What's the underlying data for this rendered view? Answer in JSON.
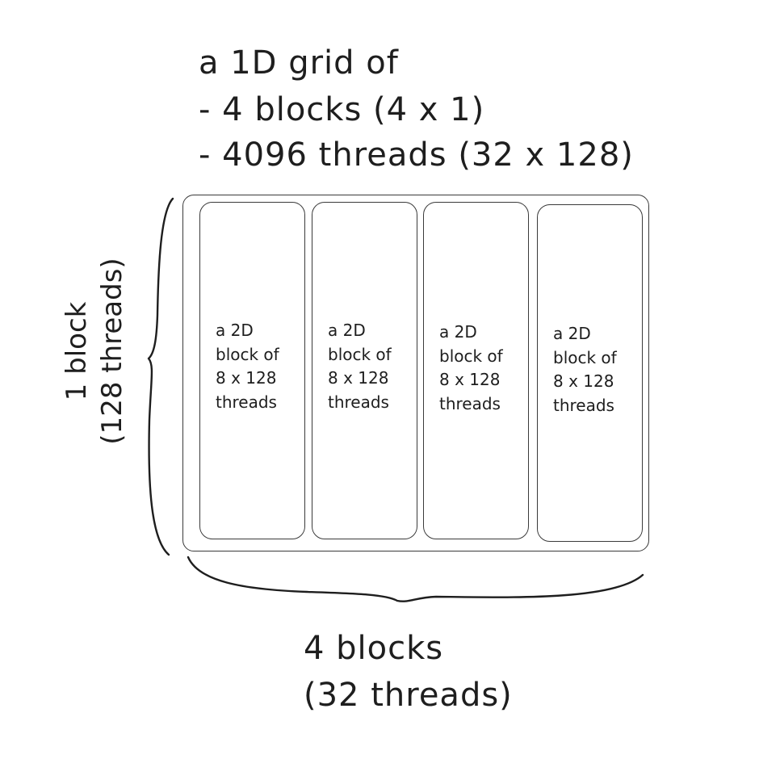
{
  "title": {
    "line1": "a 1D grid of",
    "line2": "- 4 blocks (4 x 1)",
    "line3": "- 4096 threads (32 x 128)"
  },
  "blocks": [
    {
      "line1": "a 2D",
      "line2": "block of",
      "line3": "8 x 128",
      "line4": "threads"
    },
    {
      "line1": "a 2D",
      "line2": "block of",
      "line3": "8 x 128",
      "line4": "threads"
    },
    {
      "line1": "a 2D",
      "line2": "block of",
      "line3": "8 x 128",
      "line4": "threads"
    },
    {
      "line1": "a 2D",
      "line2": "block of",
      "line3": "8 x 128",
      "line4": "threads"
    }
  ],
  "left_label": {
    "line1": "1 block",
    "line2": "(128 threads)"
  },
  "bottom_label": {
    "line1": "4 blocks",
    "line2": "(32 threads)"
  },
  "colors": {
    "stroke": "#1e1e1e",
    "background": "#ffffff"
  }
}
